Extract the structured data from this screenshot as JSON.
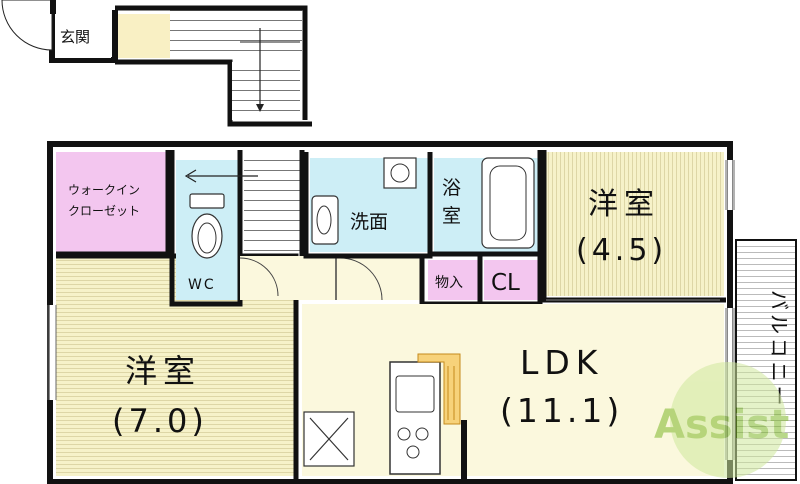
{
  "rooms": {
    "genkan": "玄関",
    "walk_in_closet_line1": "ウォークイン",
    "walk_in_closet_line2": "クローゼット",
    "wc": "WC",
    "washroom": "洗面",
    "bath_line1": "浴",
    "bath_line2": "室",
    "storage": "物入",
    "closet": "CL",
    "western_room_small_name": "洋室",
    "western_room_small_size": "(4.5)",
    "western_room_large_name": "洋室",
    "western_room_large_size": "(7.0)",
    "ldk_name": "LDK",
    "ldk_size": "(11.1)",
    "balcony": "バルコニー"
  },
  "watermark": "Assist",
  "colors": {
    "wall": "#111111",
    "western_room_floor": "#f6f2c9",
    "closet_pink": "#f3c6ef",
    "wet_area_blue": "#cdeef6",
    "hall_floor": "#fbf8dd",
    "kitchen_counter": "#f7d27a",
    "watermark_green": "#9ccc3a"
  }
}
